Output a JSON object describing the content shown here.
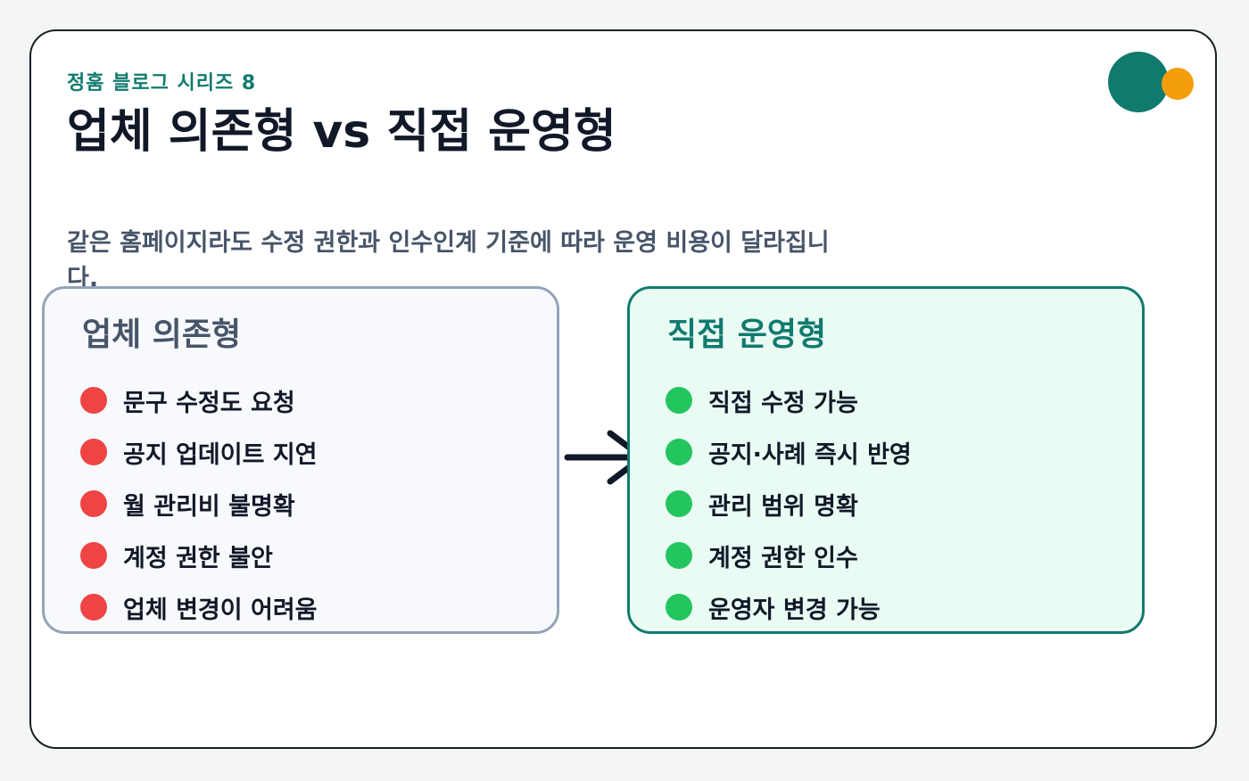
{
  "header": {
    "series": "정훔 블로그 시리즈 8",
    "title": "업체 의존형 vs 직접 운영형",
    "subtitle": "같은 홈페이지라도 수정 권한과 인수인계 기준에 따라 운영 비용이 달라집니다."
  },
  "left_panel": {
    "title": "업체 의존형",
    "items": [
      "문구 수정도 요청",
      "공지 업데이트 지연",
      "월 관리비 불명확",
      "계정 권한 불안",
      "업체 변경이 어려움"
    ]
  },
  "right_panel": {
    "title": "직접 운영형",
    "items": [
      "직접 수정 가능",
      "공지·사례 즉시 반영",
      "관리 범위 명확",
      "계정 권한 인수",
      "운영자 변경 가능"
    ]
  },
  "colors": {
    "brand_green": "#117a6e",
    "brand_orange": "#f59e0b",
    "negative_dot": "#ef4444",
    "positive_dot": "#22c55e"
  },
  "icons": {
    "arrow": "arrow-right-icon",
    "logo": "brand-logo-icon"
  }
}
